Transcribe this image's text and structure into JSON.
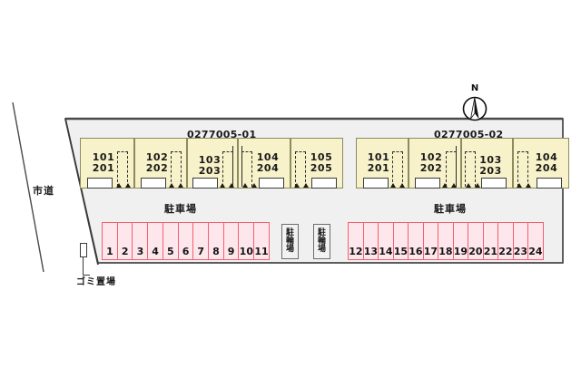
{
  "plan": {
    "title": "apartment-site-plan",
    "road_label": "市道",
    "trash_label": "ゴミ置場",
    "parking_label_left": "駐車場",
    "parking_label_right": "駐車場",
    "compass_north": "N",
    "colors": {
      "building_fill": "#f7f2c9",
      "building_stroke": "#8c8a5e",
      "parking_fill": "#fde7ed",
      "parking_stroke": "#f4606e",
      "site_fill": "#f0f0f0",
      "site_stroke": "#3a3a3a",
      "bike_fill": "#f2f2f2",
      "bike_stroke": "#6d6d6d"
    }
  },
  "buildings": [
    {
      "code": "0277005-01",
      "units": [
        {
          "floor1": "101",
          "floor2": "201"
        },
        {
          "floor1": "102",
          "floor2": "202"
        },
        {
          "floor1": "103",
          "floor2": "203"
        },
        {
          "floor1": "104",
          "floor2": "204"
        },
        {
          "floor1": "105",
          "floor2": "205"
        }
      ]
    },
    {
      "code": "0277005-02",
      "units": [
        {
          "floor1": "101",
          "floor2": "201"
        },
        {
          "floor1": "102",
          "floor2": "202"
        },
        {
          "floor1": "103",
          "floor2": "203"
        },
        {
          "floor1": "104",
          "floor2": "204"
        }
      ]
    }
  ],
  "parking": {
    "left_row": [
      "1",
      "2",
      "3",
      "4",
      "5",
      "6",
      "7",
      "8",
      "9",
      "10",
      "11"
    ],
    "right_row": [
      "12",
      "13",
      "14",
      "15",
      "16",
      "17",
      "18",
      "19",
      "20",
      "21",
      "22",
      "23",
      "24"
    ]
  },
  "bicycle_parking": [
    {
      "chars": [
        "駐",
        "輪",
        "場"
      ]
    },
    {
      "chars": [
        "駐",
        "輪",
        "場"
      ]
    }
  ]
}
